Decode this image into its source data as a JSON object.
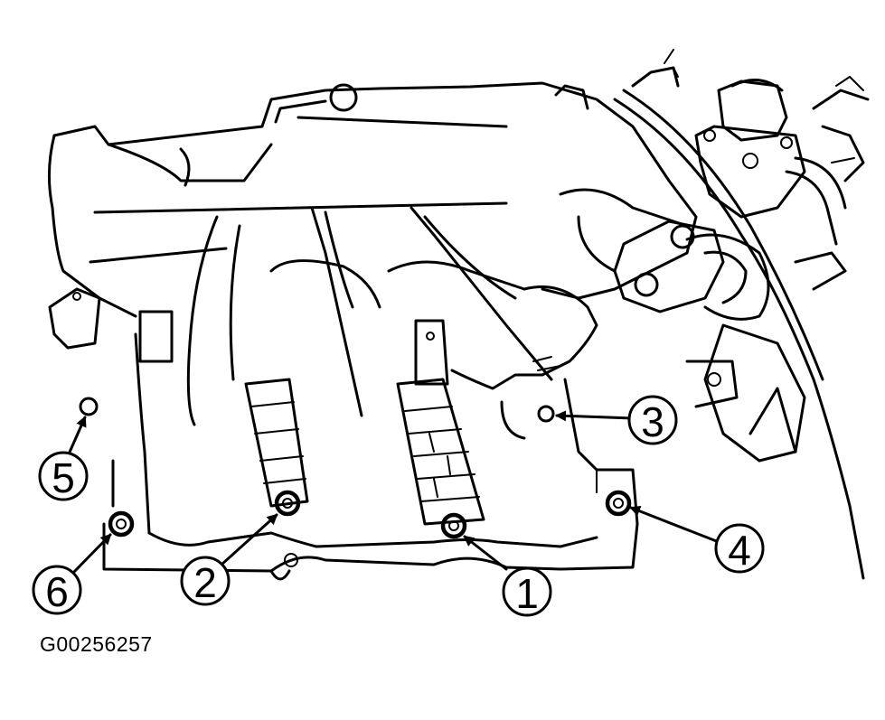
{
  "figure_code": "G00256257",
  "callouts": [
    {
      "label": "1"
    },
    {
      "label": "2"
    },
    {
      "label": "3"
    },
    {
      "label": "4"
    },
    {
      "label": "5"
    },
    {
      "label": "6"
    }
  ]
}
